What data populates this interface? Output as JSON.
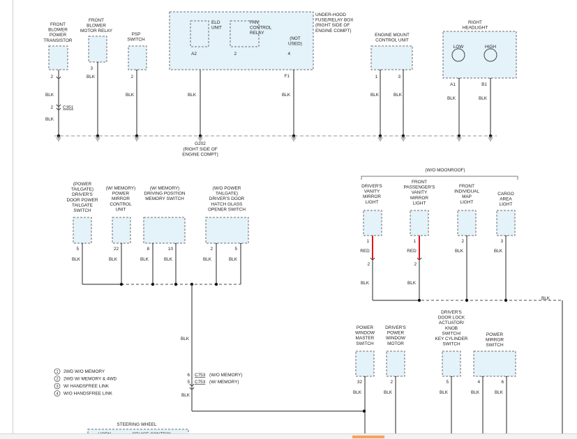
{
  "components": [
    {
      "id": "fbpt",
      "label": "FRONT\nBLOWER\nPOWER\nTRANSISTOR",
      "pins": [
        "2"
      ]
    },
    {
      "id": "fbmr",
      "label": "FRONT\nBLOWER\nMOTOR RELAY",
      "pins": [
        "3"
      ]
    },
    {
      "id": "psp",
      "label": "PSP\nSWITCH",
      "pins": [
        "2"
      ]
    },
    {
      "id": "uhfrb",
      "label": "UNDER-HOOD\nFUSE/RELAY BOX\n(RIGHT SIDE OF\nENGINE COMPT)"
    },
    {
      "id": "eld",
      "label": "ELD\nUNIT",
      "pins": [
        "A2"
      ]
    },
    {
      "id": "fcr",
      "label": "FAN\nCONTROL\nRELAY",
      "pins": [
        "2",
        "4"
      ]
    },
    {
      "id": "notused",
      "label": "(NOT\nUSED)"
    },
    {
      "id": "emcu",
      "label": "ENGINE MOUNT\nCONTROL UNIT",
      "pins": [
        "1",
        "3"
      ]
    },
    {
      "id": "rhl",
      "label": "RIGHT\nHEADLIGHT",
      "pins": [
        "A1",
        "B1"
      ],
      "bulbs": [
        "LOW",
        "HIGH"
      ]
    },
    {
      "id": "ptdd",
      "label": "(POWER\nTAILGATE)\nDRIVER'S\nDOOR POWER\nTAILGATE\nSWITCH",
      "pins": [
        "5"
      ]
    },
    {
      "id": "pmcu",
      "label": "(W/ MEMORY)\nPOWER\nMIRROR\nCONTROL\nUNIT",
      "pins": [
        "22"
      ]
    },
    {
      "id": "dpms",
      "label": "(W/ MEMORY)\nDRIVING POSITION\nMEMORY SWITCH",
      "pins": [
        "8",
        "10"
      ]
    },
    {
      "id": "hgos",
      "label": "(W/O POWER\nTAILGATE)\nDRIVER'S DOOR\nHATCH GLASS\nOPENER SWITCH",
      "pins": [
        "2",
        "5"
      ]
    },
    {
      "id": "dvml",
      "label": "DRIVER'S\nVANITY\nMIRROR\nLIGHT",
      "pins": [
        "1",
        "2"
      ]
    },
    {
      "id": "fpvml",
      "label": "FRONT\nPASSENGER'S\nVANITY\nMIRROR\nLIGHT",
      "pins": [
        "1",
        "2"
      ]
    },
    {
      "id": "fiml",
      "label": "FRONT\nINDIVIDUAL\nMAP\nLIGHT",
      "pins": [
        "2"
      ]
    },
    {
      "id": "cal",
      "label": "CARGO\nAREA\nLIGHT",
      "pins": [
        "3"
      ]
    },
    {
      "id": "pwms",
      "label": "POWER\nWINDOW\nMASTER\nSWITCH",
      "pins": [
        "32"
      ]
    },
    {
      "id": "dpwm",
      "label": "DRIVER'S\nPOWER\nWINDOW\nMOTOR",
      "pins": [
        "2"
      ]
    },
    {
      "id": "ddla",
      "label": "DRIVER'S\nDOOR LOCK\nACTUATOR/\nKNOB\nSWITCH/\nKEY CYLINDER\nSWITCH",
      "pins": [
        "5"
      ]
    },
    {
      "id": "pms",
      "label": "POWER\nMIRROR\nSWITCH",
      "pins": [
        "4",
        "6"
      ]
    }
  ],
  "connectors": {
    "c351": {
      "pin": "2",
      "name": "C351"
    },
    "f1": "F1",
    "c753": [
      {
        "pin": "6",
        "name": "C753",
        "note": "(W/O MEMORY)"
      },
      {
        "pin": "5",
        "name": "C753",
        "note": "(W/ MEMORY)"
      }
    ]
  },
  "ground": {
    "g202": "G202",
    "g202_note": "(RIGHT SIDE OF\nENGINE COMPT)"
  },
  "group_label": "(W/O MOONROOF)",
  "wire_colors": {
    "blk": "BLK",
    "red": "RED"
  },
  "legend": [
    {
      "num": "1",
      "text": "2WD W/O MEMORY"
    },
    {
      "num": "2",
      "text": "2WD W/ MEMORY & 4WD"
    },
    {
      "num": "3",
      "text": "W/ HANDSFREE LINK"
    },
    {
      "num": "4",
      "text": "W/O HANDSFREE LINK"
    }
  ],
  "bottom": {
    "steering_wheel": "STEERING WHEEL",
    "horn": "HORN",
    "cruise_control": "CRUISE CONTROL"
  },
  "colors": {
    "component_fill": "#e4f2fa",
    "component_stroke": "#6e6e6e",
    "wire": "#4a4a4a",
    "red_wire": "#e0141e",
    "ground_bus": "#b9b9b9",
    "bottom_accent": "#f5a25d"
  }
}
